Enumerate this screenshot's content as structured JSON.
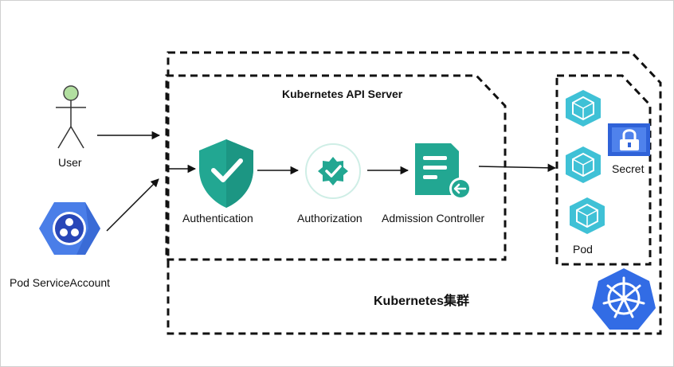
{
  "diagram": {
    "api_server_title": "Kubernetes API Server",
    "cluster_title": "Kubernetes集群",
    "user_label": "User",
    "pod_service_account_label": "Pod ServiceAccount",
    "stages": {
      "authentication": "Authentication",
      "authorization": "Authorization",
      "admission_controller": "Admission Controller"
    },
    "secret_label": "Secret",
    "pod_label": "Pod"
  },
  "colors": {
    "dashed_border": "#111111",
    "arrow": "#111111",
    "stage_icon_teal": "#22a792",
    "stage_icon_light": "#cfeee6",
    "pod_cube": "#3fc1d6",
    "service_account_blue": "#4a7ee8",
    "service_account_inner": "#2847b8",
    "kubernetes_logo_blue": "#326ce5",
    "secret_icon_blue": "#2f62d8",
    "user_head": "#b2dfa0"
  },
  "icons": {
    "user": "user-stick-figure-icon",
    "service_account": "service-account-hexagon-icon",
    "authentication": "shield-check-icon",
    "authorization": "verified-badge-icon",
    "admission_controller": "document-arrow-icon",
    "pod": "pod-cube-icon",
    "secret": "lock-secret-icon",
    "kubernetes": "kubernetes-helm-icon"
  }
}
